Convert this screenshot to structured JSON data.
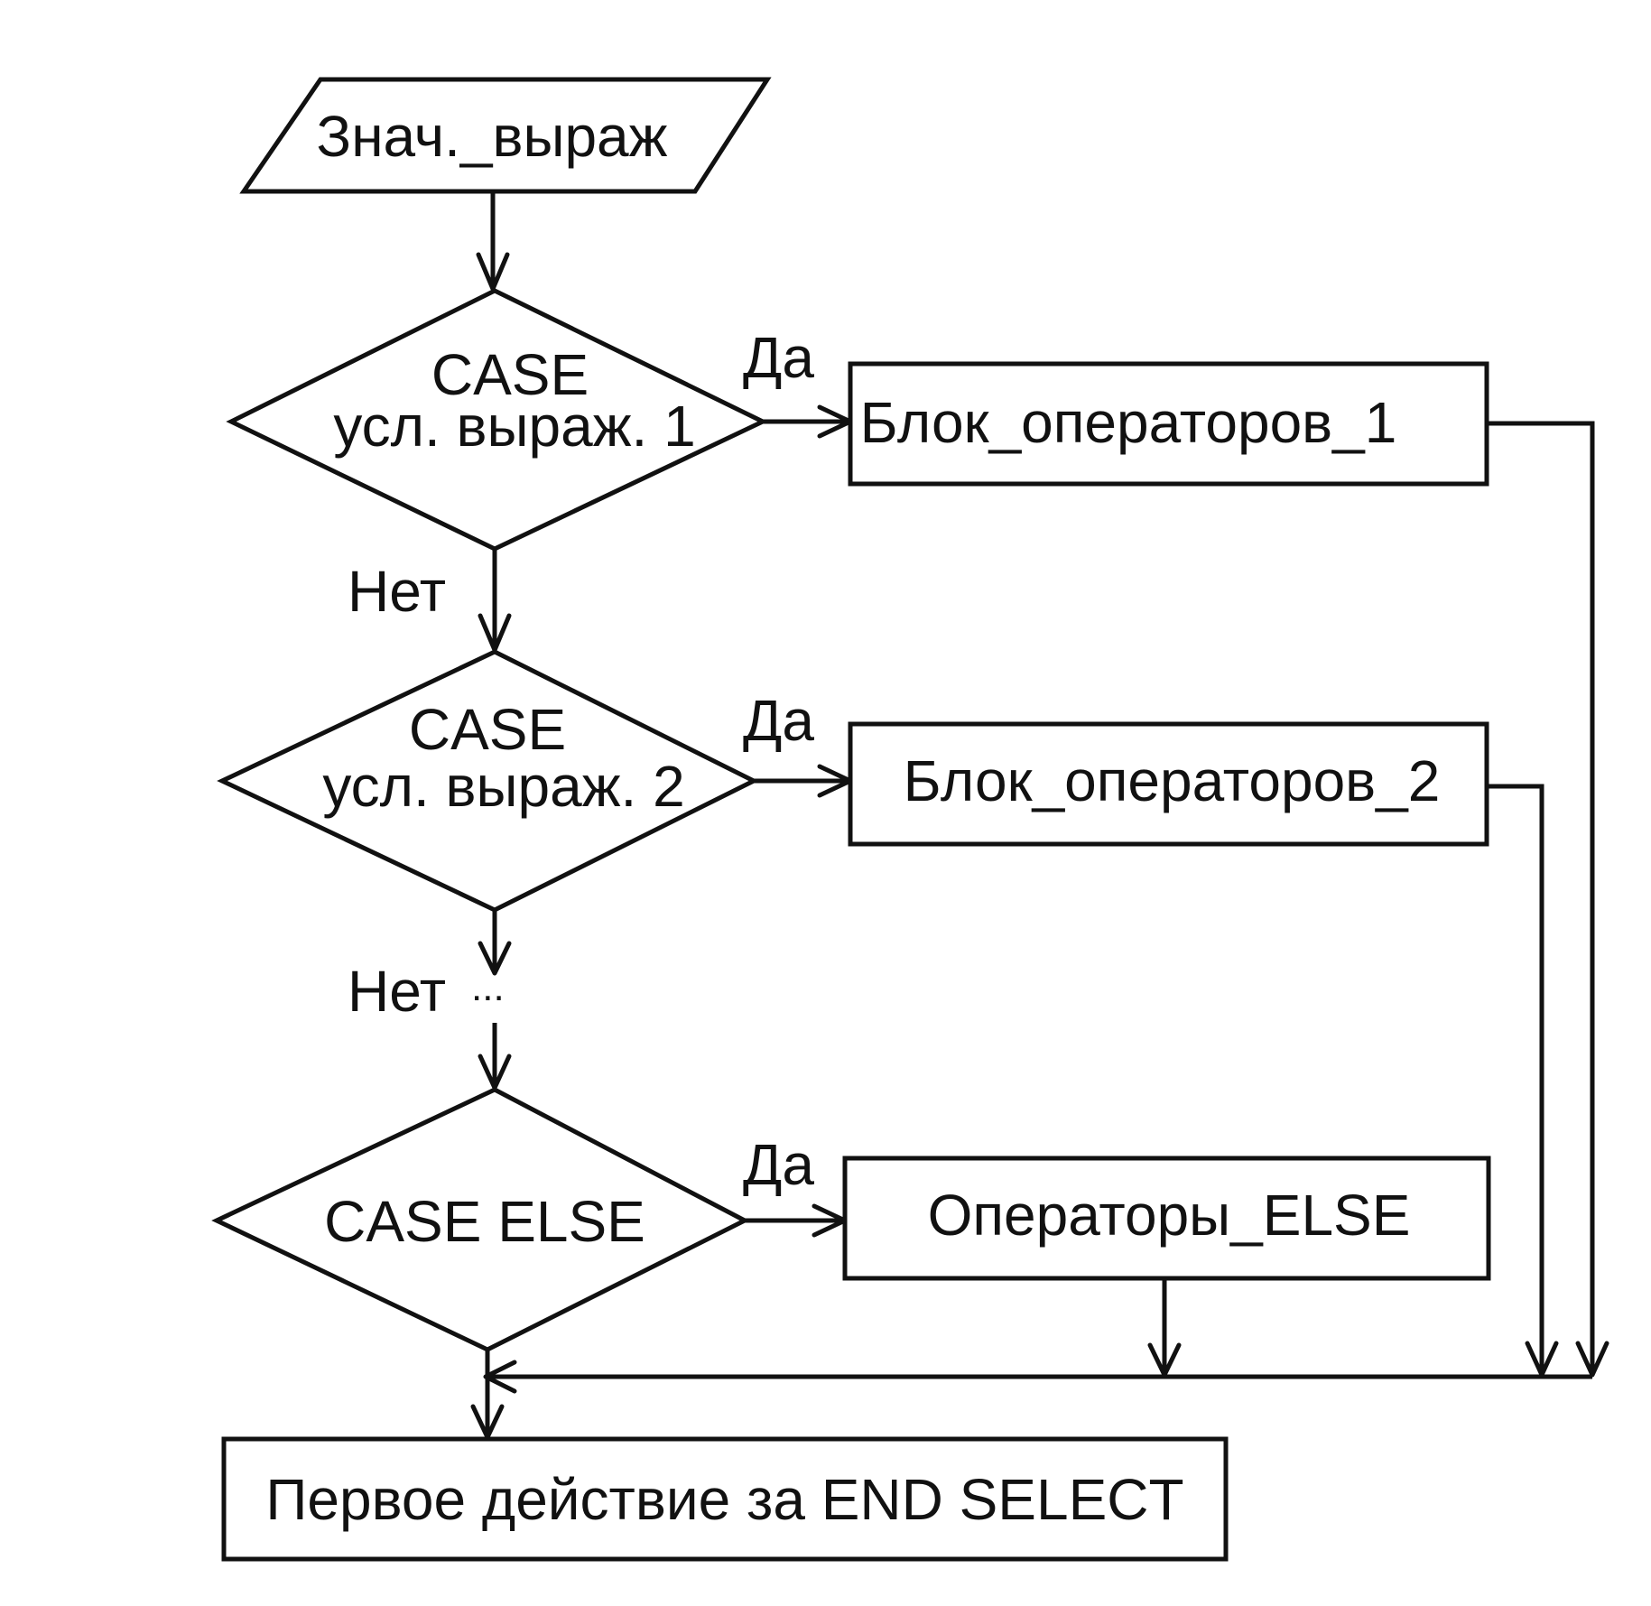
{
  "input": {
    "label": "Знач._выраж"
  },
  "decision1": {
    "line1": "CASE",
    "line2": "усл. выраж. 1",
    "yes": "Да",
    "no": "Нет"
  },
  "decision2": {
    "line1": "CASE",
    "line2": "усл. выраж. 2",
    "yes": "Да",
    "no": "Нет"
  },
  "ellipsis": "...",
  "decision3": {
    "label": "CASE ELSE",
    "yes": "Да"
  },
  "block1": {
    "label": "Блок_операторов_1"
  },
  "block2": {
    "label": "Блок_операторов_2"
  },
  "block_else": {
    "label": "Операторы_ELSE"
  },
  "end": {
    "label": "Первое действие за END SELECT"
  }
}
